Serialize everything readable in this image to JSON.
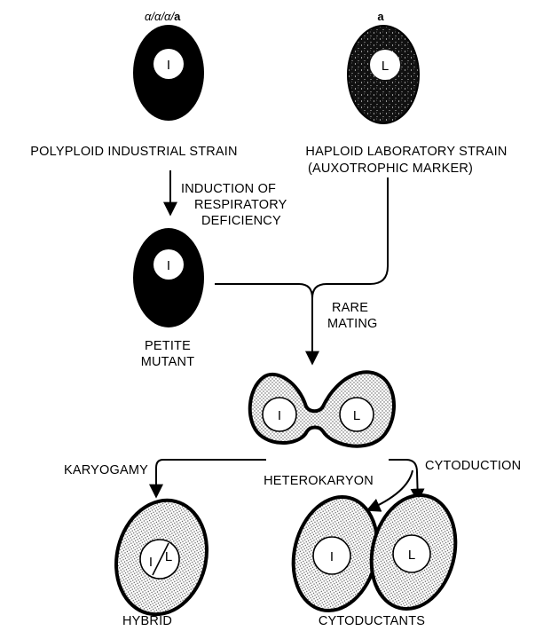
{
  "genotypes": {
    "industrial_alpha": "α/α/α/",
    "industrial_a": "a",
    "laboratory": "a"
  },
  "nuclei": {
    "industrial": "I",
    "laboratory": "L"
  },
  "labels": {
    "industrial_strain": "POLYPLOID INDUSTRIAL STRAIN",
    "lab_strain_line1": "HAPLOID LABORATORY STRAIN",
    "lab_strain_line2": "(AUXOTROPHIC MARKER)",
    "induction_line1": "INDUCTION OF",
    "induction_line2": "RESPIRATORY",
    "induction_line3": "DEFICIENCY",
    "petite_line1": "PETITE",
    "petite_line2": "MUTANT",
    "rare_mating_line1": "RARE",
    "rare_mating_line2": "MATING",
    "heterokaryon": "HETEROKARYON",
    "karyogamy": "KARYOGAMY",
    "cytoduction": "CYTODUCTION",
    "hybrid": "HYBRID",
    "cytoductants": "CYTODUCTANTS"
  },
  "colors": {
    "ink": "#000000",
    "cytoplasm_stipple": "#d9d9d9",
    "background": "#ffffff"
  }
}
